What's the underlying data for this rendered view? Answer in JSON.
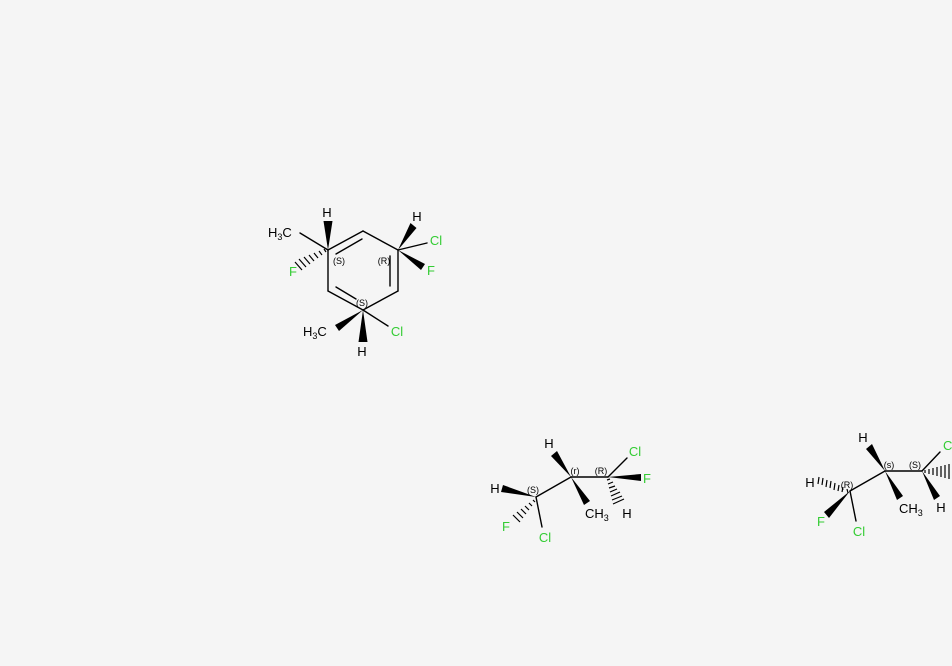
{
  "colors": {
    "background": "#f5f5f5",
    "bond": "#000000",
    "carbon_label": "#000000",
    "halogen": "#33cc33"
  },
  "molecules": [
    {
      "name": "cyclohexadiene",
      "labels": {
        "h_top_left": "H",
        "methyl_top_left_main": "H",
        "methyl_top_left_sub": "3",
        "methyl_top_left_c": "C",
        "f_left": "F",
        "stereo_left": "(S)",
        "h_top_right": "H",
        "cl_right": "Cl",
        "f_right": "F",
        "stereo_right": "(R)",
        "stereo_bottom": "(S)",
        "methyl_bottom_main": "H",
        "methyl_bottom_sub": "3",
        "methyl_bottom_c": "C",
        "cl_bottom": "Cl",
        "h_bottom": "H"
      }
    },
    {
      "name": "propane-middle",
      "labels": {
        "h_left": "H",
        "stereo_left": "(S)",
        "f_left": "F",
        "cl_left": "Cl",
        "h_mid": "H",
        "stereo_mid": "(r)",
        "methyl_main": "CH",
        "methyl_sub": "3",
        "stereo_right": "(R)",
        "cl_right": "Cl",
        "f_right": "F",
        "h_right": "H"
      }
    },
    {
      "name": "propane-right",
      "labels": {
        "h_left": "H",
        "stereo_left": "(R)",
        "f_left": "F",
        "cl_left": "Cl",
        "h_mid": "H",
        "stereo_mid": "(s)",
        "methyl_main": "CH",
        "methyl_sub": "3",
        "stereo_right": "(S)",
        "cl_right": "Cl",
        "h_right": "H"
      }
    }
  ]
}
